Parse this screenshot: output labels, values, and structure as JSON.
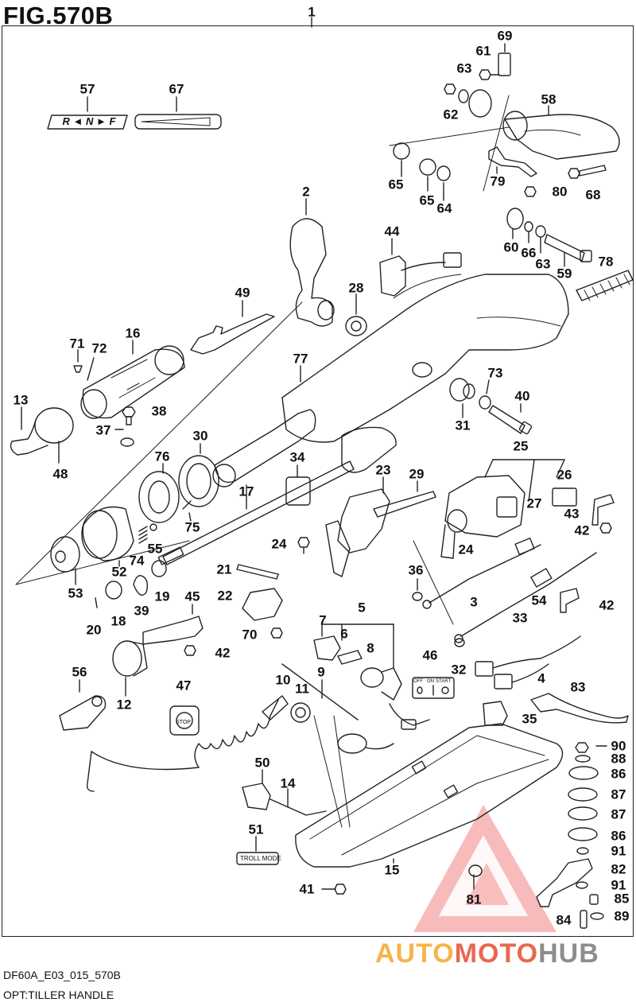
{
  "figure": {
    "title": "FIG.570B",
    "main_callout": "1"
  },
  "footer": {
    "code": "DF60A_E03_015_570B",
    "option": "OPT:TILLER HANDLE"
  },
  "decals": {
    "shift": "R ◄ N ► F",
    "stop": "STOP",
    "switch_off": "OFF",
    "switch_on": "ON",
    "switch_start": "START",
    "troll": "TROLL MODE"
  },
  "watermark": {
    "part1": "AUTO",
    "part2": "MOTO",
    "part3": "HUB"
  },
  "callouts": [
    {
      "id": "c1",
      "text": "1"
    },
    {
      "id": "c2",
      "text": "2"
    },
    {
      "id": "c3",
      "text": "3"
    },
    {
      "id": "c4",
      "text": "4"
    },
    {
      "id": "c5",
      "text": "5"
    },
    {
      "id": "c6",
      "text": "6"
    },
    {
      "id": "c7",
      "text": "7"
    },
    {
      "id": "c8",
      "text": "8"
    },
    {
      "id": "c9",
      "text": "9"
    },
    {
      "id": "c10",
      "text": "10"
    },
    {
      "id": "c11",
      "text": "11"
    },
    {
      "id": "c12",
      "text": "12"
    },
    {
      "id": "c13",
      "text": "13"
    },
    {
      "id": "c14",
      "text": "14"
    },
    {
      "id": "c15",
      "text": "15"
    },
    {
      "id": "c16",
      "text": "16"
    },
    {
      "id": "c17",
      "text": "17"
    },
    {
      "id": "c18",
      "text": "18"
    },
    {
      "id": "c19",
      "text": "19"
    },
    {
      "id": "c20",
      "text": "20"
    },
    {
      "id": "c21",
      "text": "21"
    },
    {
      "id": "c22",
      "text": "22"
    },
    {
      "id": "c23",
      "text": "23"
    },
    {
      "id": "c24a",
      "text": "24"
    },
    {
      "id": "c24b",
      "text": "24"
    },
    {
      "id": "c25",
      "text": "25"
    },
    {
      "id": "c26",
      "text": "26"
    },
    {
      "id": "c27",
      "text": "27"
    },
    {
      "id": "c28",
      "text": "28"
    },
    {
      "id": "c29",
      "text": "29"
    },
    {
      "id": "c30",
      "text": "30"
    },
    {
      "id": "c31",
      "text": "31"
    },
    {
      "id": "c32",
      "text": "32"
    },
    {
      "id": "c33",
      "text": "33"
    },
    {
      "id": "c34",
      "text": "34"
    },
    {
      "id": "c35",
      "text": "35"
    },
    {
      "id": "c36",
      "text": "36"
    },
    {
      "id": "c37",
      "text": "37"
    },
    {
      "id": "c38",
      "text": "38"
    },
    {
      "id": "c39",
      "text": "39"
    },
    {
      "id": "c40",
      "text": "40"
    },
    {
      "id": "c41",
      "text": "41"
    },
    {
      "id": "c42a",
      "text": "42"
    },
    {
      "id": "c42b",
      "text": "42"
    },
    {
      "id": "c42c",
      "text": "42"
    },
    {
      "id": "c43",
      "text": "43"
    },
    {
      "id": "c44",
      "text": "44"
    },
    {
      "id": "c45",
      "text": "45"
    },
    {
      "id": "c46",
      "text": "46"
    },
    {
      "id": "c47",
      "text": "47"
    },
    {
      "id": "c48",
      "text": "48"
    },
    {
      "id": "c49",
      "text": "49"
    },
    {
      "id": "c50",
      "text": "50"
    },
    {
      "id": "c51",
      "text": "51"
    },
    {
      "id": "c52",
      "text": "52"
    },
    {
      "id": "c53",
      "text": "53"
    },
    {
      "id": "c54",
      "text": "54"
    },
    {
      "id": "c55",
      "text": "55"
    },
    {
      "id": "c56",
      "text": "56"
    },
    {
      "id": "c57",
      "text": "57"
    },
    {
      "id": "c58",
      "text": "58"
    },
    {
      "id": "c59",
      "text": "59"
    },
    {
      "id": "c60",
      "text": "60"
    },
    {
      "id": "c61",
      "text": "61"
    },
    {
      "id": "c62",
      "text": "62"
    },
    {
      "id": "c63a",
      "text": "63"
    },
    {
      "id": "c63b",
      "text": "63"
    },
    {
      "id": "c64",
      "text": "64"
    },
    {
      "id": "c65a",
      "text": "65"
    },
    {
      "id": "c65b",
      "text": "65"
    },
    {
      "id": "c66",
      "text": "66"
    },
    {
      "id": "c67",
      "text": "67"
    },
    {
      "id": "c68",
      "text": "68"
    },
    {
      "id": "c69",
      "text": "69"
    },
    {
      "id": "c70",
      "text": "70"
    },
    {
      "id": "c71",
      "text": "71"
    },
    {
      "id": "c72",
      "text": "72"
    },
    {
      "id": "c73",
      "text": "73"
    },
    {
      "id": "c74",
      "text": "74"
    },
    {
      "id": "c75",
      "text": "75"
    },
    {
      "id": "c76",
      "text": "76"
    },
    {
      "id": "c77",
      "text": "77"
    },
    {
      "id": "c78",
      "text": "78"
    },
    {
      "id": "c79",
      "text": "79"
    },
    {
      "id": "c80",
      "text": "80"
    },
    {
      "id": "c81",
      "text": "81"
    },
    {
      "id": "c82",
      "text": "82"
    },
    {
      "id": "c83",
      "text": "83"
    },
    {
      "id": "c84",
      "text": "84"
    },
    {
      "id": "c85",
      "text": "85"
    },
    {
      "id": "c86a",
      "text": "86"
    },
    {
      "id": "c86b",
      "text": "86"
    },
    {
      "id": "c87a",
      "text": "87"
    },
    {
      "id": "c87b",
      "text": "87"
    },
    {
      "id": "c88",
      "text": "88"
    },
    {
      "id": "c89",
      "text": "89"
    },
    {
      "id": "c90",
      "text": "90"
    },
    {
      "id": "c91a",
      "text": "91"
    },
    {
      "id": "c91b",
      "text": "91"
    }
  ]
}
